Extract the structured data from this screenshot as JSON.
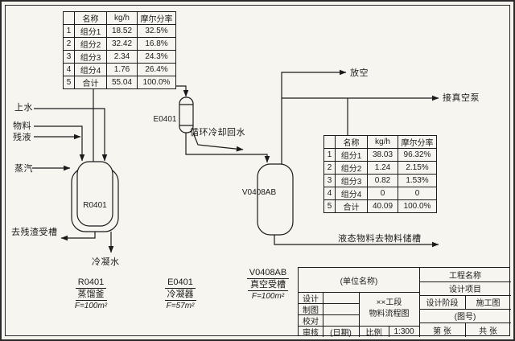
{
  "paper": {
    "background": "#f7f5f0",
    "ink": "#1b1b1b"
  },
  "tables": {
    "feed": {
      "headers": [
        "",
        "名称",
        "kg/h",
        "摩尔分率"
      ],
      "rows": [
        [
          "1",
          "组分1",
          "18.52",
          "32.5%"
        ],
        [
          "2",
          "组分2",
          "32.42",
          "16.8%"
        ],
        [
          "3",
          "组分3",
          "2.34",
          "24.3%"
        ],
        [
          "4",
          "组分4",
          "1.76",
          "26.4%"
        ],
        [
          "5",
          "合计",
          "55.04",
          "100.0%"
        ]
      ]
    },
    "overhead": {
      "headers": [
        "",
        "名称",
        "kg/h",
        "摩尔分率"
      ],
      "rows": [
        [
          "1",
          "组分1",
          "38.03",
          "96.32%"
        ],
        [
          "2",
          "组分2",
          "1.24",
          "2.15%"
        ],
        [
          "3",
          "组分3",
          "0.82",
          "1.53%"
        ],
        [
          "4",
          "组分4",
          "0",
          "0"
        ],
        [
          "5",
          "合计",
          "40.09",
          "100.0%"
        ]
      ]
    }
  },
  "streams": {
    "tap_water": "上水",
    "feed": "物料",
    "residue": "残液",
    "steam": "蒸汽",
    "to_residue_tank": "去残渣受槽",
    "condensate_water": "冷凝水",
    "vent": "放空",
    "to_vacuum_pump": "接真空泵",
    "cooling_return": "循环冷却回水",
    "liquid_to_storage": "液态物料去物料储槽"
  },
  "equipment_tags": {
    "r0401": "R0401",
    "e0401": "E0401",
    "v0408ab": "V0408AB"
  },
  "equipment_blocks": [
    {
      "tag": "R0401",
      "name": "蒸馏釜",
      "spec": "F=100m²"
    },
    {
      "tag": "E0401",
      "name": "冷凝器",
      "spec": "F=57m²"
    },
    {
      "tag": "V0408AB",
      "name": "真空受槽",
      "spec": "F=100m²"
    }
  ],
  "titleblock": {
    "unit_name": "(单位名称)",
    "project_label": "工程名称",
    "item_label": "设计项目",
    "stage_label": "设计阶段",
    "stage_value": "施工图",
    "drawing_no": "(图号)",
    "sheet_no": "第  张",
    "sheet_total": "共  张",
    "role_design": "设计",
    "role_draft": "制图",
    "role_check": "校对",
    "role_review": "审核",
    "date_label": "(日期)",
    "scale_label": "比例",
    "scale_value": "1:300",
    "title_line1": "××工段",
    "title_line2": "物料流程图"
  }
}
